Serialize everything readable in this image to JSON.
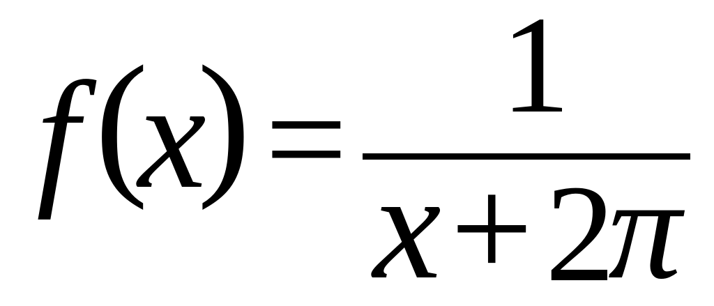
{
  "formula": {
    "lhs": {
      "function": "f",
      "open_paren": "(",
      "variable": "x",
      "close_paren": ")"
    },
    "equals": "=",
    "numerator": "1",
    "denominator": {
      "variable": "x",
      "operator": "+",
      "coefficient": "2",
      "constant": "π"
    }
  },
  "colors": {
    "text": "#000000",
    "background": "#ffffff"
  }
}
